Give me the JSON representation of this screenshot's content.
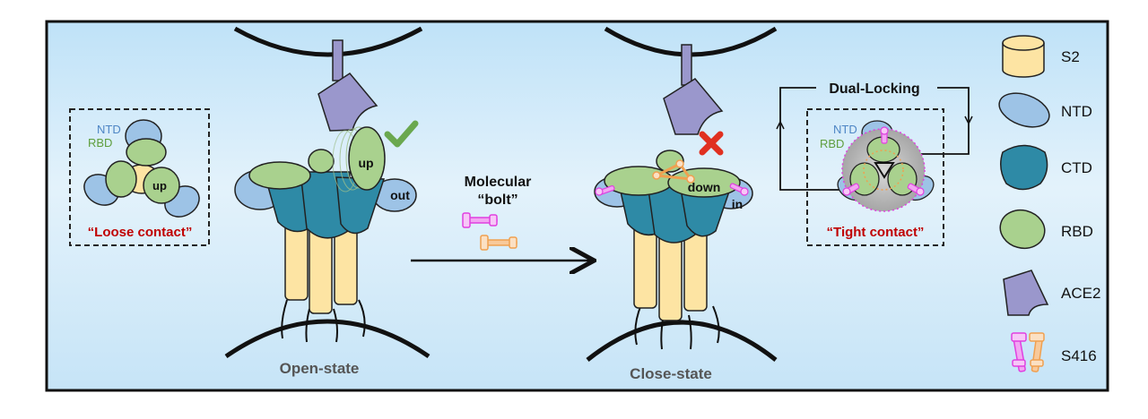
{
  "left_inset": {
    "ntd_label": "NTD",
    "rbd_label": "RBD",
    "up_label": "up",
    "caption": "“Loose contact”"
  },
  "open_state": {
    "up_label": "up",
    "out_label": "out",
    "state_label": "Open-state"
  },
  "arrow": {
    "line1": "Molecular",
    "line2": "“bolt”"
  },
  "close_state": {
    "down_label": "down",
    "in_label": "in",
    "state_label": "Close-state"
  },
  "right_inset": {
    "title": "Dual-Locking",
    "ntd_label": "NTD",
    "rbd_label": "RBD",
    "caption": "“Tight contact”"
  },
  "legend": {
    "s2": "S2",
    "ntd": "NTD",
    "ctd": "CTD",
    "rbd": "RBD",
    "ace2": "ACE2",
    "s416": "S416"
  },
  "colors": {
    "s2_fill": "#fde4a3",
    "ntd_fill": "#9dc3e6",
    "ctd_fill": "#2e8aa6",
    "rbd_fill": "#a9d18e",
    "ace2_fill": "#9a97cc",
    "bolt_magenta": "#e040e0",
    "bolt_orange": "#f0a050",
    "caption_red": "#c00000",
    "check_green": "#6aa84f",
    "cross_red": "#e03020"
  }
}
